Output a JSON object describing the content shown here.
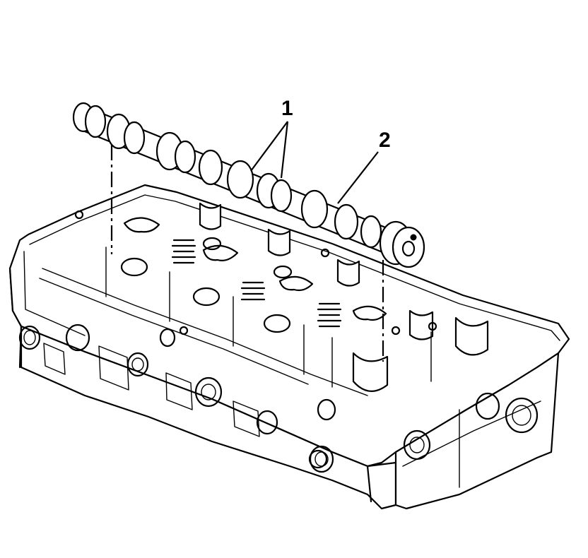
{
  "callouts": [
    {
      "id": "1",
      "label": "1"
    },
    {
      "id": "2",
      "label": "2"
    }
  ],
  "parts": {
    "camshaft": "camshaft-icon",
    "cylinder_head": "cylinder-head-icon"
  }
}
